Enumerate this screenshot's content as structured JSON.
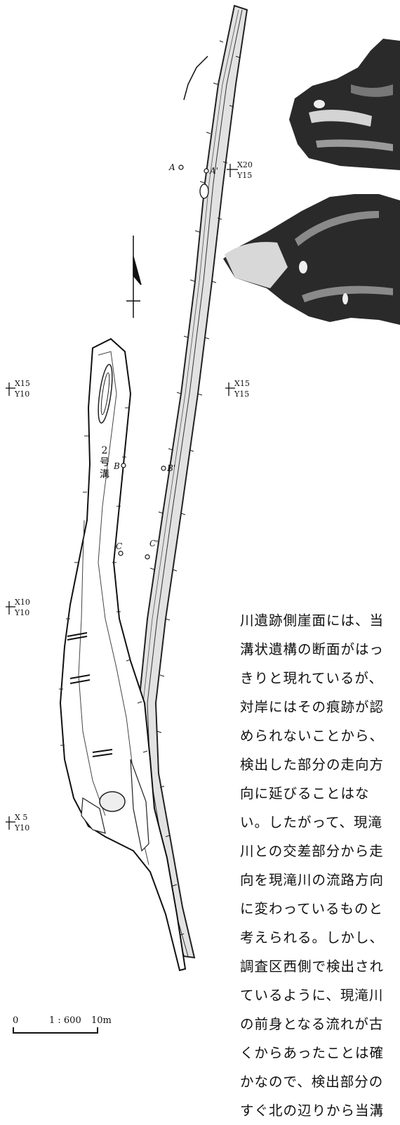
{
  "grid_markers": [
    {
      "x": "X20",
      "y": "Y15"
    },
    {
      "x": "X15",
      "y": "Y10"
    },
    {
      "x": "X15",
      "y": "Y15"
    },
    {
      "x": "X10",
      "y": "Y10"
    },
    {
      "x": "X 5",
      "y": "Y10"
    }
  ],
  "section_points": [
    "A",
    "A'",
    "B",
    "B'",
    "C",
    "C'"
  ],
  "ditch_label": "2号溝",
  "scale": {
    "zero": "0",
    "ratio": "1 : 600",
    "end": "10m"
  },
  "body_text_lines": [
    "川遺跡側崖面には、当",
    "溝状遺構の断面がはっ",
    "きりと現れているが、",
    "対岸にはその痕跡が認",
    "められないことから、",
    "検出した部分の走向方",
    "向に延びることはな",
    "い。したがって、現滝",
    "川との交差部分から走",
    "向を現滝川の流路方向",
    "に変わっているものと",
    "考えられる。しかし、",
    "調査区西側で検出され",
    "ているように、現滝川",
    "の前身となる流れが古",
    "くからあったことは確",
    "かなので、検出部分の",
    "すぐ北の辺りから当溝"
  ],
  "photos": [
    "excavation-photo-1",
    "excavation-photo-2"
  ]
}
